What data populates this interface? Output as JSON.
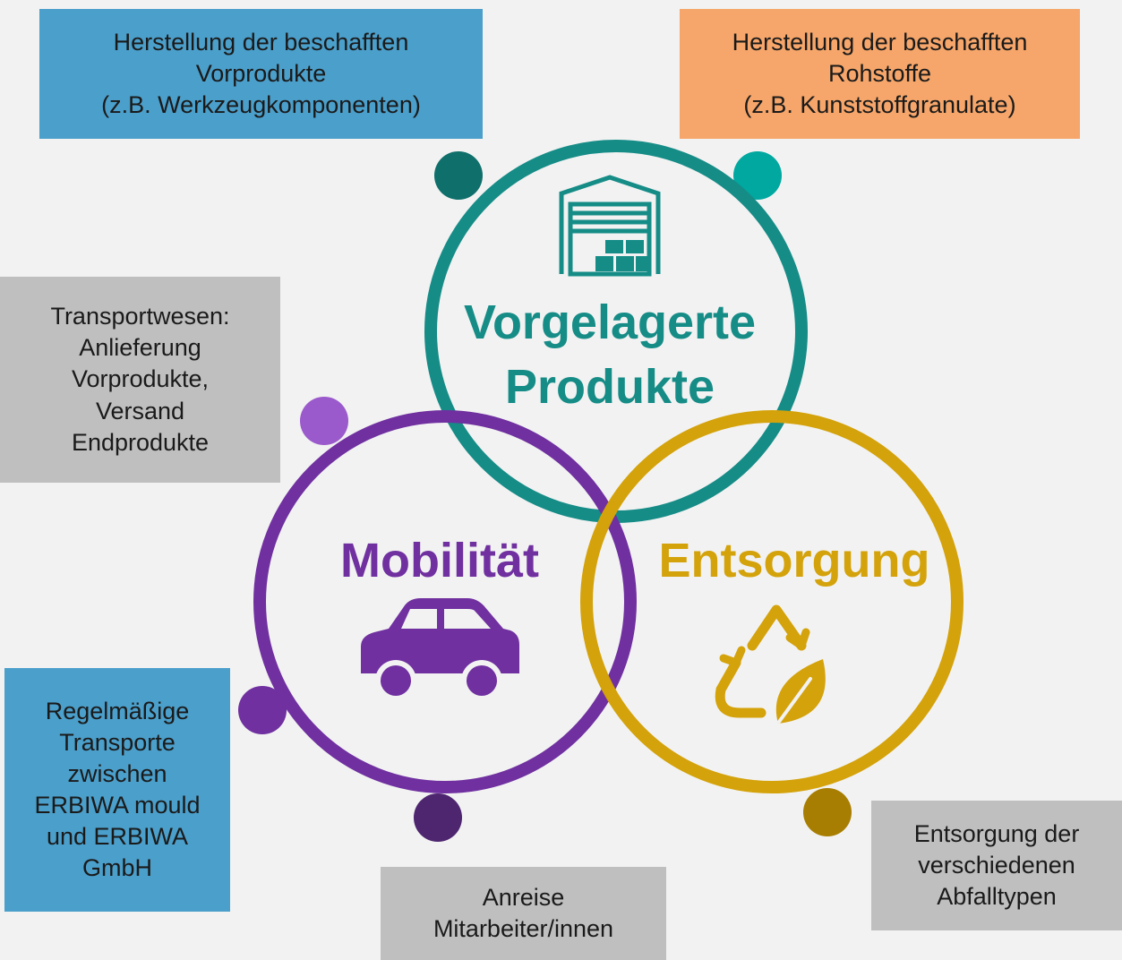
{
  "boxes": {
    "vorprodukte": "Herstellung der beschafften\nVorprodukte\n(z.B. Werkzeugkomponenten)",
    "rohstoffe": "Herstellung der beschafften\nRohstoffe\n(z.B. Kunststoffgranulate)",
    "transportwesen": "Transportwesen:\nAnlieferung\nVorprodukte,\nVersand\nEndprodukte",
    "regelmaessige": "Regelmäßige\nTransporte\nzwischen\nERBIWA mould\nund ERBIWA\nGmbH",
    "anreise": "Anreise\nMitarbeiter/innen",
    "entsorgung_abfall": "Entsorgung der\nverschiedenen\nAbfalltypen"
  },
  "circles": {
    "vorgelagerte": {
      "line1": "Vorgelagerte",
      "line2": "Produkte",
      "color": "#168c87",
      "icon": "warehouse-icon"
    },
    "mobilitaet": {
      "label": "Mobilität",
      "color": "#7030a0",
      "icon": "car-icon"
    },
    "entsorgung": {
      "label": "Entsorgung",
      "color": "#d4a20a",
      "icon": "recycle-leaf-icon"
    }
  },
  "colors": {
    "dark_teal_dot": "#0e6f6b",
    "teal_dot": "#00a8a0",
    "light_purple_dot": "#9b5acc",
    "purple_dot": "#7030a0",
    "dark_purple_dot": "#4e2670",
    "brown_dot": "#a87e02"
  }
}
